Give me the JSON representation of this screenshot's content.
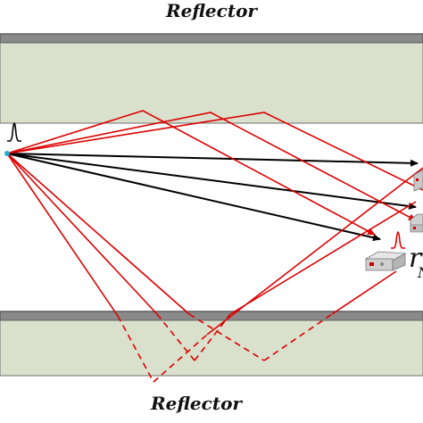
{
  "top_reflector_label": "Reflector",
  "bottom_reflector_label": "Reflector",
  "receiver_label": "r",
  "receiver_label_subscript": "N",
  "colors": {
    "reflector_fill": "#d9e1cd",
    "reflector_border": "#6f6f6f",
    "direct_path": "#000000",
    "reflected_path": "#dd0000",
    "pulse": "#dd0000",
    "source_pulse": "#000000"
  },
  "icons": [
    "pulse-icon",
    "receiver-device-icon"
  ]
}
